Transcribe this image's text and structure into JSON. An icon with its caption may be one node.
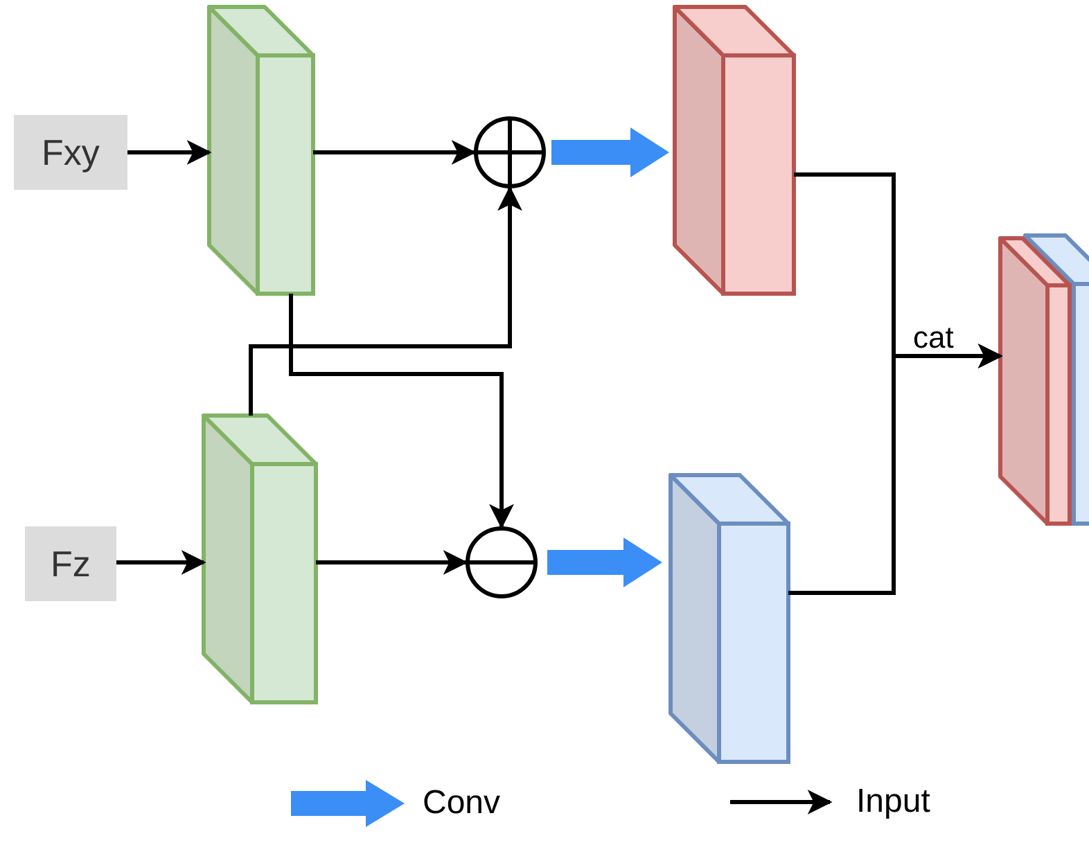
{
  "diagram": {
    "nodes": [
      {
        "text": [
          "Fxy"
        ]
      },
      {
        "text": [],
        "shape": "box"
      },
      {
        "text": [
          "Fz"
        ]
      },
      {
        "text": [],
        "shape": "box"
      },
      {
        "text": [],
        "shape": "circle"
      },
      {
        "text": [],
        "shape": "circle"
      },
      {
        "text": [],
        "shape": "box"
      },
      {
        "text": [],
        "shape": "box"
      },
      {
        "text": [],
        "shape": "box"
      }
    ],
    "edges": [
      {
        "from": 0,
        "to": 1,
        "arrow": "to"
      },
      {
        "from": 2,
        "to": 3,
        "arrow": "to"
      },
      {
        "from": 1,
        "to": 4,
        "arrow": "to"
      },
      {
        "from": 3,
        "to": 5,
        "arrow": "to"
      },
      {
        "from": 1,
        "to": 5,
        "arrow": "to"
      },
      {
        "from": 3,
        "to": 4,
        "arrow": "to"
      },
      {
        "from": 4,
        "to": 6,
        "arrow": "to",
        "style": "thick",
        "color": "#3a8ef6"
      },
      {
        "from": 5,
        "to": 7,
        "arrow": "to",
        "style": "thick",
        "color": "#3a8ef6"
      },
      {
        "from": 6,
        "to": 8,
        "arrow": "to",
        "label": "cat"
      },
      {
        "from": 7,
        "to": 8,
        "arrow": "to"
      }
    ],
    "legend": [
      {
        "text": "Conv"
      },
      {
        "text": "Input"
      }
    ]
  }
}
